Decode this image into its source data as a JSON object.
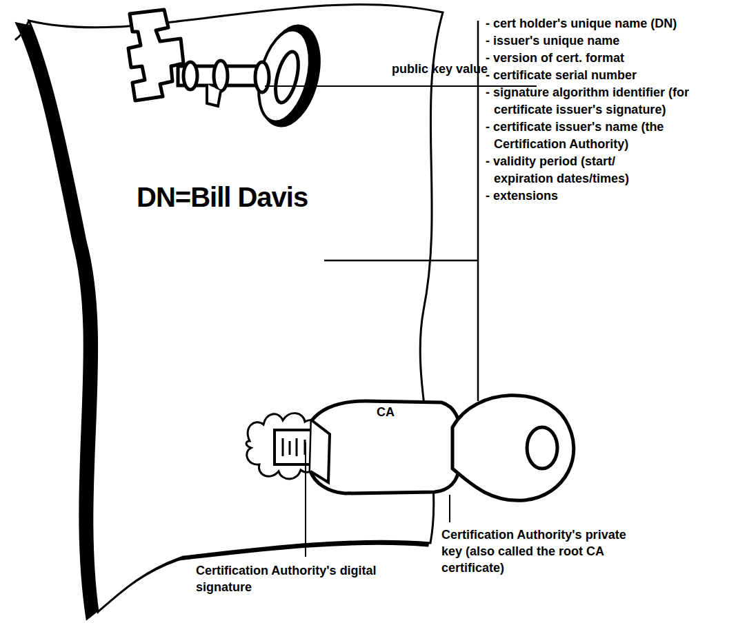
{
  "diagram": {
    "labels": [
      "public key value",
      "- cert holder's unique name (DN)",
      "- issuer's unique name",
      "- version of cert. format",
      "- certificate serial number",
      "- signature algorithm identifier (for certificate issuer's signature)",
      "- certificate issuer's name (the Certification Authority)",
      "- validity period (start/ expiration dates/times)",
      "- extensions",
      "DN=Bill Davis",
      "CA",
      "Certification Authority's digital signature",
      "Certification Authority's private key (also called the root CA certificate)"
    ]
  }
}
